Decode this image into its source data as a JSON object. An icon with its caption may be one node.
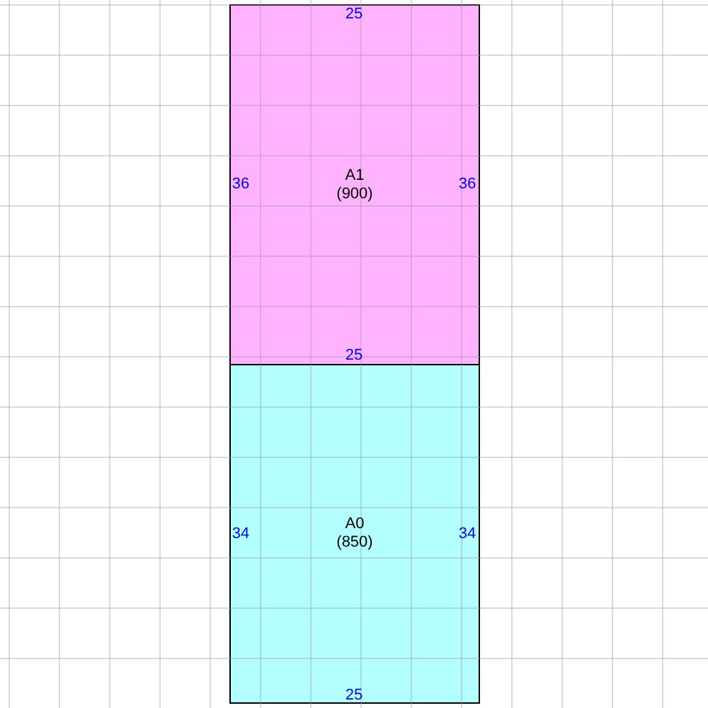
{
  "diagram": {
    "nodes": [
      {
        "text": [
          "A1 (900)"
        ]
      },
      {
        "text": [
          "A0 (850)"
        ]
      }
    ],
    "labels": [
      "25",
      "36",
      "36",
      "25",
      "34",
      "34",
      "25"
    ]
  }
}
